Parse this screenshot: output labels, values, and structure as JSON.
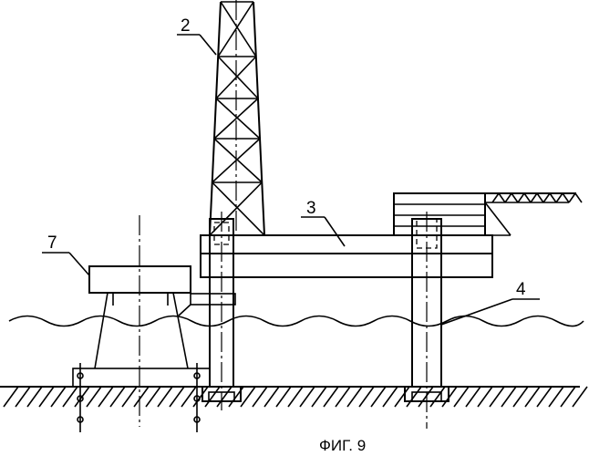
{
  "labels": {
    "derrick": "2",
    "deck": "3",
    "leg": "4",
    "platform": "7"
  },
  "caption": "ФИГ. 9"
}
